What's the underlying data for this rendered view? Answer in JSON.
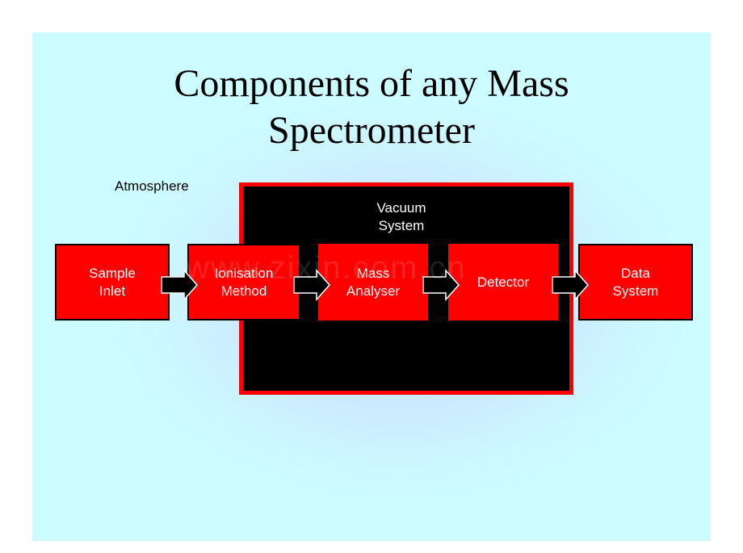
{
  "title_lines": [
    "Components of any Mass",
    "Spectrometer"
  ],
  "atmosphere_label": "Atmosphere",
  "vacuum_label_lines": [
    "Vacuum",
    "System"
  ],
  "blocks": [
    {
      "lines": [
        "Sample",
        "Inlet"
      ]
    },
    {
      "lines": [
        "Ionisation",
        "Method"
      ]
    },
    {
      "lines": [
        "Mass",
        "Analyser"
      ]
    },
    {
      "lines": [
        "Detector"
      ]
    },
    {
      "lines": [
        "Data",
        "System"
      ]
    }
  ],
  "watermark": "www.zixin.com.cn",
  "colors": {
    "block": "#ff0000",
    "vacuum": "#000000",
    "arrow": "#000000"
  }
}
